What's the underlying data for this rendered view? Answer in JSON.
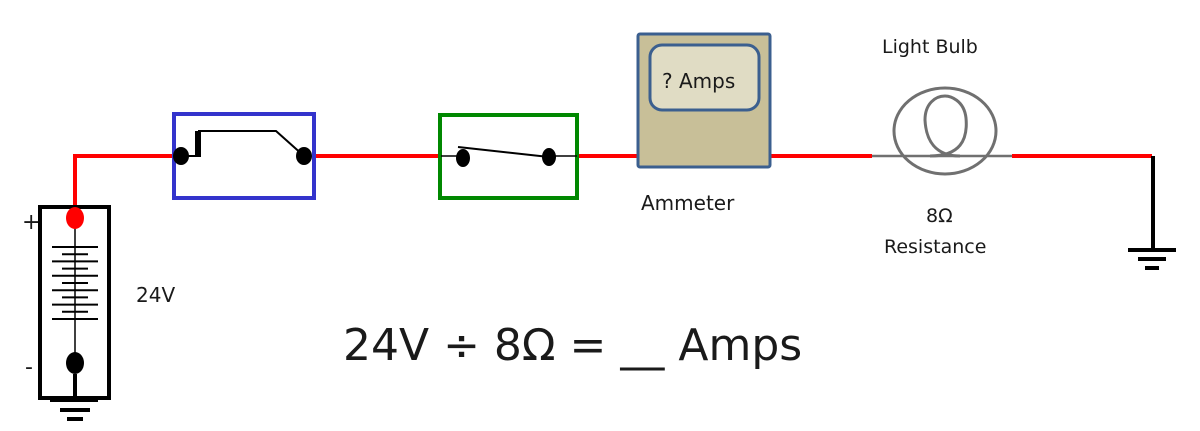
{
  "diagram": {
    "battery": {
      "voltage_label": "24V",
      "plus_sign": "+",
      "minus_sign": "-"
    },
    "ammeter": {
      "display": "? Amps",
      "label": "Ammeter"
    },
    "bulb": {
      "title": "Light Bulb",
      "resistance": "8Ω",
      "resistance_label": "Resistance"
    },
    "equation": "24V ÷ 8Ω = __ Amps",
    "colors": {
      "wire": "#ff0000",
      "breaker_box": "#3333cc",
      "switch_box": "#008800",
      "ammeter_fill": "#c8bf98",
      "ammeter_border": "#3b5f8f",
      "ammeter_display": "#e0dcc4",
      "bulb": "#707070"
    }
  }
}
